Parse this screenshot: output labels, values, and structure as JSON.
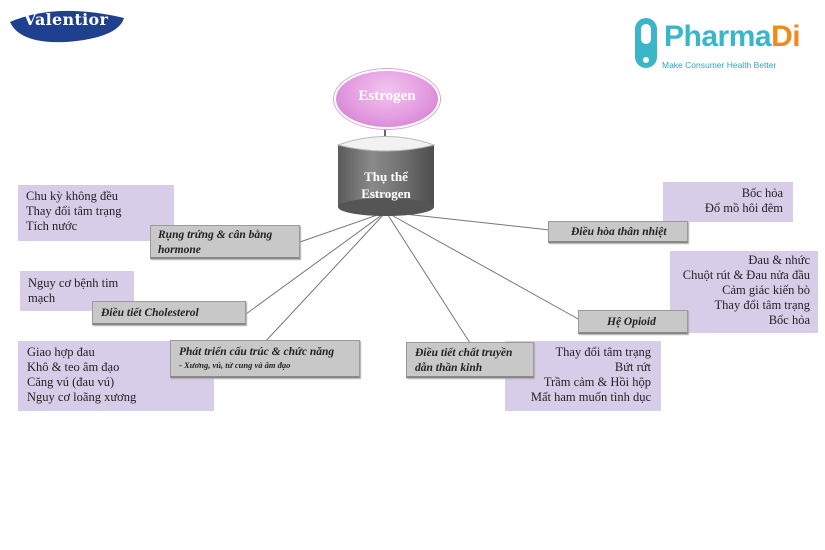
{
  "logos": {
    "valentior": "Valentior",
    "pharmadi_name_main": "Pharma",
    "pharmadi_name_accent": "Di",
    "pharmadi_tagline": "Make Consumer Health Better"
  },
  "center": {
    "hormone": "Estrogen",
    "receptor_line1": "Thụ thể",
    "receptor_line2": "Estrogen"
  },
  "branches": {
    "ovulation": {
      "label_line1": "Rụng trứng & cân bằng",
      "label_line2": "hormone",
      "effects": [
        "Chu kỳ không đều",
        "Thay đổi tâm trạng",
        "Tích nước"
      ]
    },
    "cholesterol": {
      "label": "Điều tiết Cholesterol",
      "effects_line1": "Nguy cơ bệnh tim",
      "effects_line2": "mạch"
    },
    "structure": {
      "label": "Phát triển cấu trúc & chức năng",
      "sublabel": "- Xương, vú, tử cung và âm đạo",
      "effects": [
        "Giao hợp đau",
        "Khô & teo âm đạo",
        "Căng vú (đau vú)",
        "Nguy cơ loãng xương"
      ]
    },
    "neuro": {
      "label_line1": "Điều tiết chất truyền",
      "label_line2": "dẫn thần kinh",
      "effects": [
        "Thay đổi tâm trạng",
        "Bứt rứt",
        "Trầm cảm & Hồi hộp",
        "Mất ham muốn tình dục"
      ]
    },
    "thermo": {
      "label": "Điều hòa thân nhiệt",
      "effects": [
        "Bốc hỏa",
        "Đổ mồ hôi đêm"
      ]
    },
    "opioid": {
      "label": "Hệ Opioid",
      "effects": [
        "Đau & nhức",
        "Chuột rút & Đau nửa đầu",
        "Cảm giác kiến bò",
        "Thay đổi tâm trạng",
        "Bốc hỏa"
      ]
    }
  }
}
